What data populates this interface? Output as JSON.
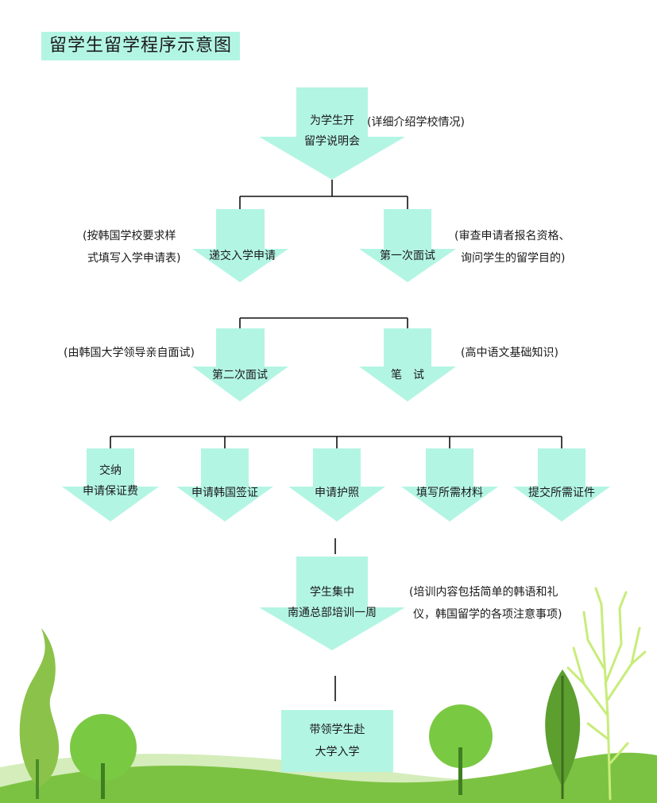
{
  "title": "留学生留学程序示意图",
  "steps": {
    "s1": {
      "line1": "为学生开",
      "line2": "留学说明会",
      "note": "(详细介绍学校情况)"
    },
    "s2a": {
      "label": "递交入学申请",
      "note_line1": "(按韩国学校要求样",
      "note_line2": "式填写入学申请表)"
    },
    "s2b": {
      "label": "第一次面试",
      "note_line1": "(审查申请者报名资格、",
      "note_line2": "询问学生的留学目的)"
    },
    "s3a": {
      "label": "第二次面试",
      "note": "(由韩国大学领导亲自面试)"
    },
    "s3b": {
      "label": "笔　试",
      "note": "(高中语文基础知识)"
    },
    "s4": [
      {
        "line1": "交纳",
        "line2": "申请保证费"
      },
      {
        "line1": "",
        "line2": "申请韩国签证"
      },
      {
        "line1": "",
        "line2": "申请护照"
      },
      {
        "line1": "",
        "line2": "填写所需材料"
      },
      {
        "line1": "",
        "line2": "提交所需证件"
      }
    ],
    "s5": {
      "line1": "学生集中",
      "line2": "南通总部培训一周",
      "note_line1": "(培训内容包括简单的韩语和礼",
      "note_line2": "仪，韩国留学的各项注意事项)"
    },
    "s6": {
      "line1": "带领学生赴",
      "line2": "大学入学"
    }
  },
  "colors": {
    "arrow_fill": "#b3f5e3",
    "connector": "#111111",
    "grass": "#7cc242",
    "grass_light": "#c9e8a6",
    "tree": "#7ac943",
    "tree_dark": "#55a630"
  }
}
